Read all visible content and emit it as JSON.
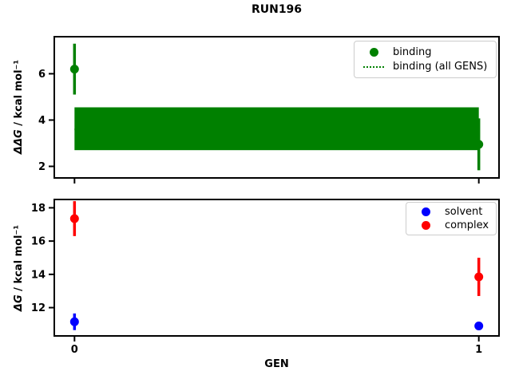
{
  "figure": {
    "title": "RUN196",
    "background": "#ffffff",
    "text_color": "#000000"
  },
  "chart_data": [
    {
      "id": "ddg-binding",
      "type": "scatter",
      "ylabel": "ΔΔG / kcal mol⁻¹",
      "ylabel_math": "ΔΔG",
      "ylabel_rest": " / kcal mol⁻¹",
      "xlabel": "",
      "xlim": [
        -0.05,
        1.05
      ],
      "ylim": [
        1.5,
        7.6
      ],
      "xticks": [
        0,
        1
      ],
      "yticks": [
        2,
        4,
        6
      ],
      "show_xticklabels": false,
      "grid": false,
      "series": [
        {
          "name": "binding",
          "color": "#008000",
          "marker": "circle",
          "x": [
            0,
            1
          ],
          "y": [
            6.2,
            2.95
          ],
          "yerr": [
            1.1,
            1.12
          ]
        }
      ],
      "band": {
        "name": "binding (all GENS)",
        "color": "#008000",
        "x": [
          0,
          1
        ],
        "y_center": 3.6,
        "y_lo": 2.7,
        "y_hi": 4.55,
        "line_style": "dotted"
      },
      "legend": {
        "position": "upper right",
        "entries": [
          {
            "label": "binding",
            "type": "dot",
            "color": "#008000"
          },
          {
            "label": "binding (all GENS)",
            "type": "dotted-line",
            "color": "#008000"
          }
        ]
      }
    },
    {
      "id": "dg-solvent-complex",
      "type": "scatter",
      "ylabel": "ΔG / kcal mol⁻¹",
      "ylabel_math": "ΔG",
      "ylabel_rest": " / kcal mol⁻¹",
      "xlabel": "GEN",
      "xlim": [
        -0.05,
        1.05
      ],
      "ylim": [
        10.3,
        18.5
      ],
      "xticks": [
        0,
        1
      ],
      "yticks": [
        12,
        14,
        16,
        18
      ],
      "show_xticklabels": true,
      "grid": false,
      "series": [
        {
          "name": "solvent",
          "color": "#0000ff",
          "marker": "circle",
          "x": [
            0,
            1
          ],
          "y": [
            11.15,
            10.9
          ],
          "yerr": [
            0.5,
            0.2
          ]
        },
        {
          "name": "complex",
          "color": "#ff0000",
          "marker": "circle",
          "x": [
            0,
            1
          ],
          "y": [
            17.35,
            13.85
          ],
          "yerr": [
            1.05,
            1.15
          ]
        }
      ],
      "legend": {
        "position": "upper right",
        "entries": [
          {
            "label": "solvent",
            "type": "dot",
            "color": "#0000ff"
          },
          {
            "label": "complex",
            "type": "dot",
            "color": "#ff0000"
          }
        ]
      }
    }
  ]
}
